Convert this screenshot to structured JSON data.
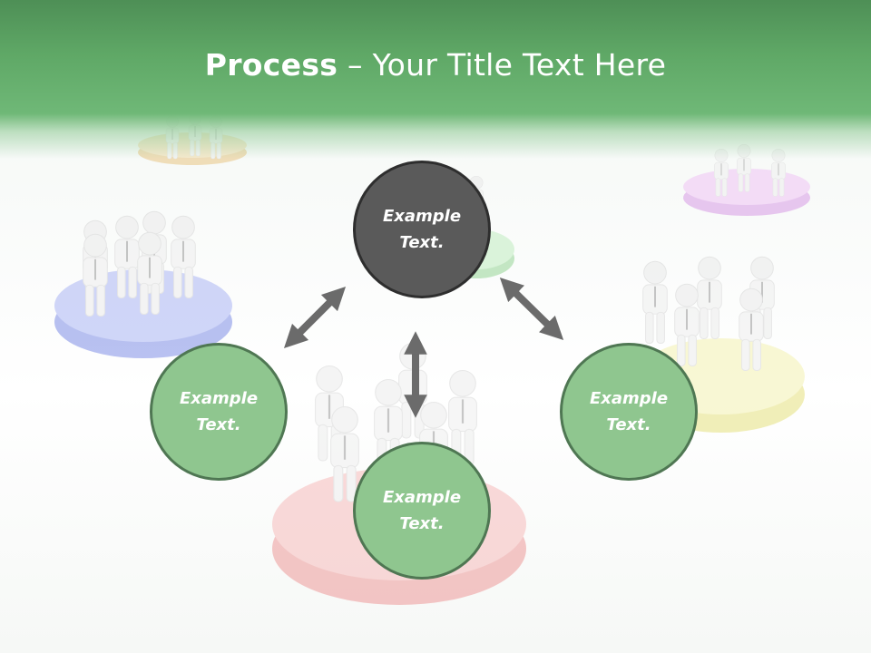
{
  "slide": {
    "title_bold": "Process",
    "title_rest": " – Your Title Text Here"
  },
  "nodes": {
    "top": {
      "line1": "Example",
      "line2": "Text."
    },
    "left": {
      "line1": "Example",
      "line2": "Text."
    },
    "right": {
      "line1": "Example",
      "line2": "Text."
    },
    "bottom": {
      "line1": "Example",
      "line2": "Text."
    }
  },
  "colors": {
    "header_green": "#5fa866",
    "node_green": "#8fc68f",
    "node_dark": "#5a5a5a",
    "arrow_gray": "#6b6b6b"
  }
}
